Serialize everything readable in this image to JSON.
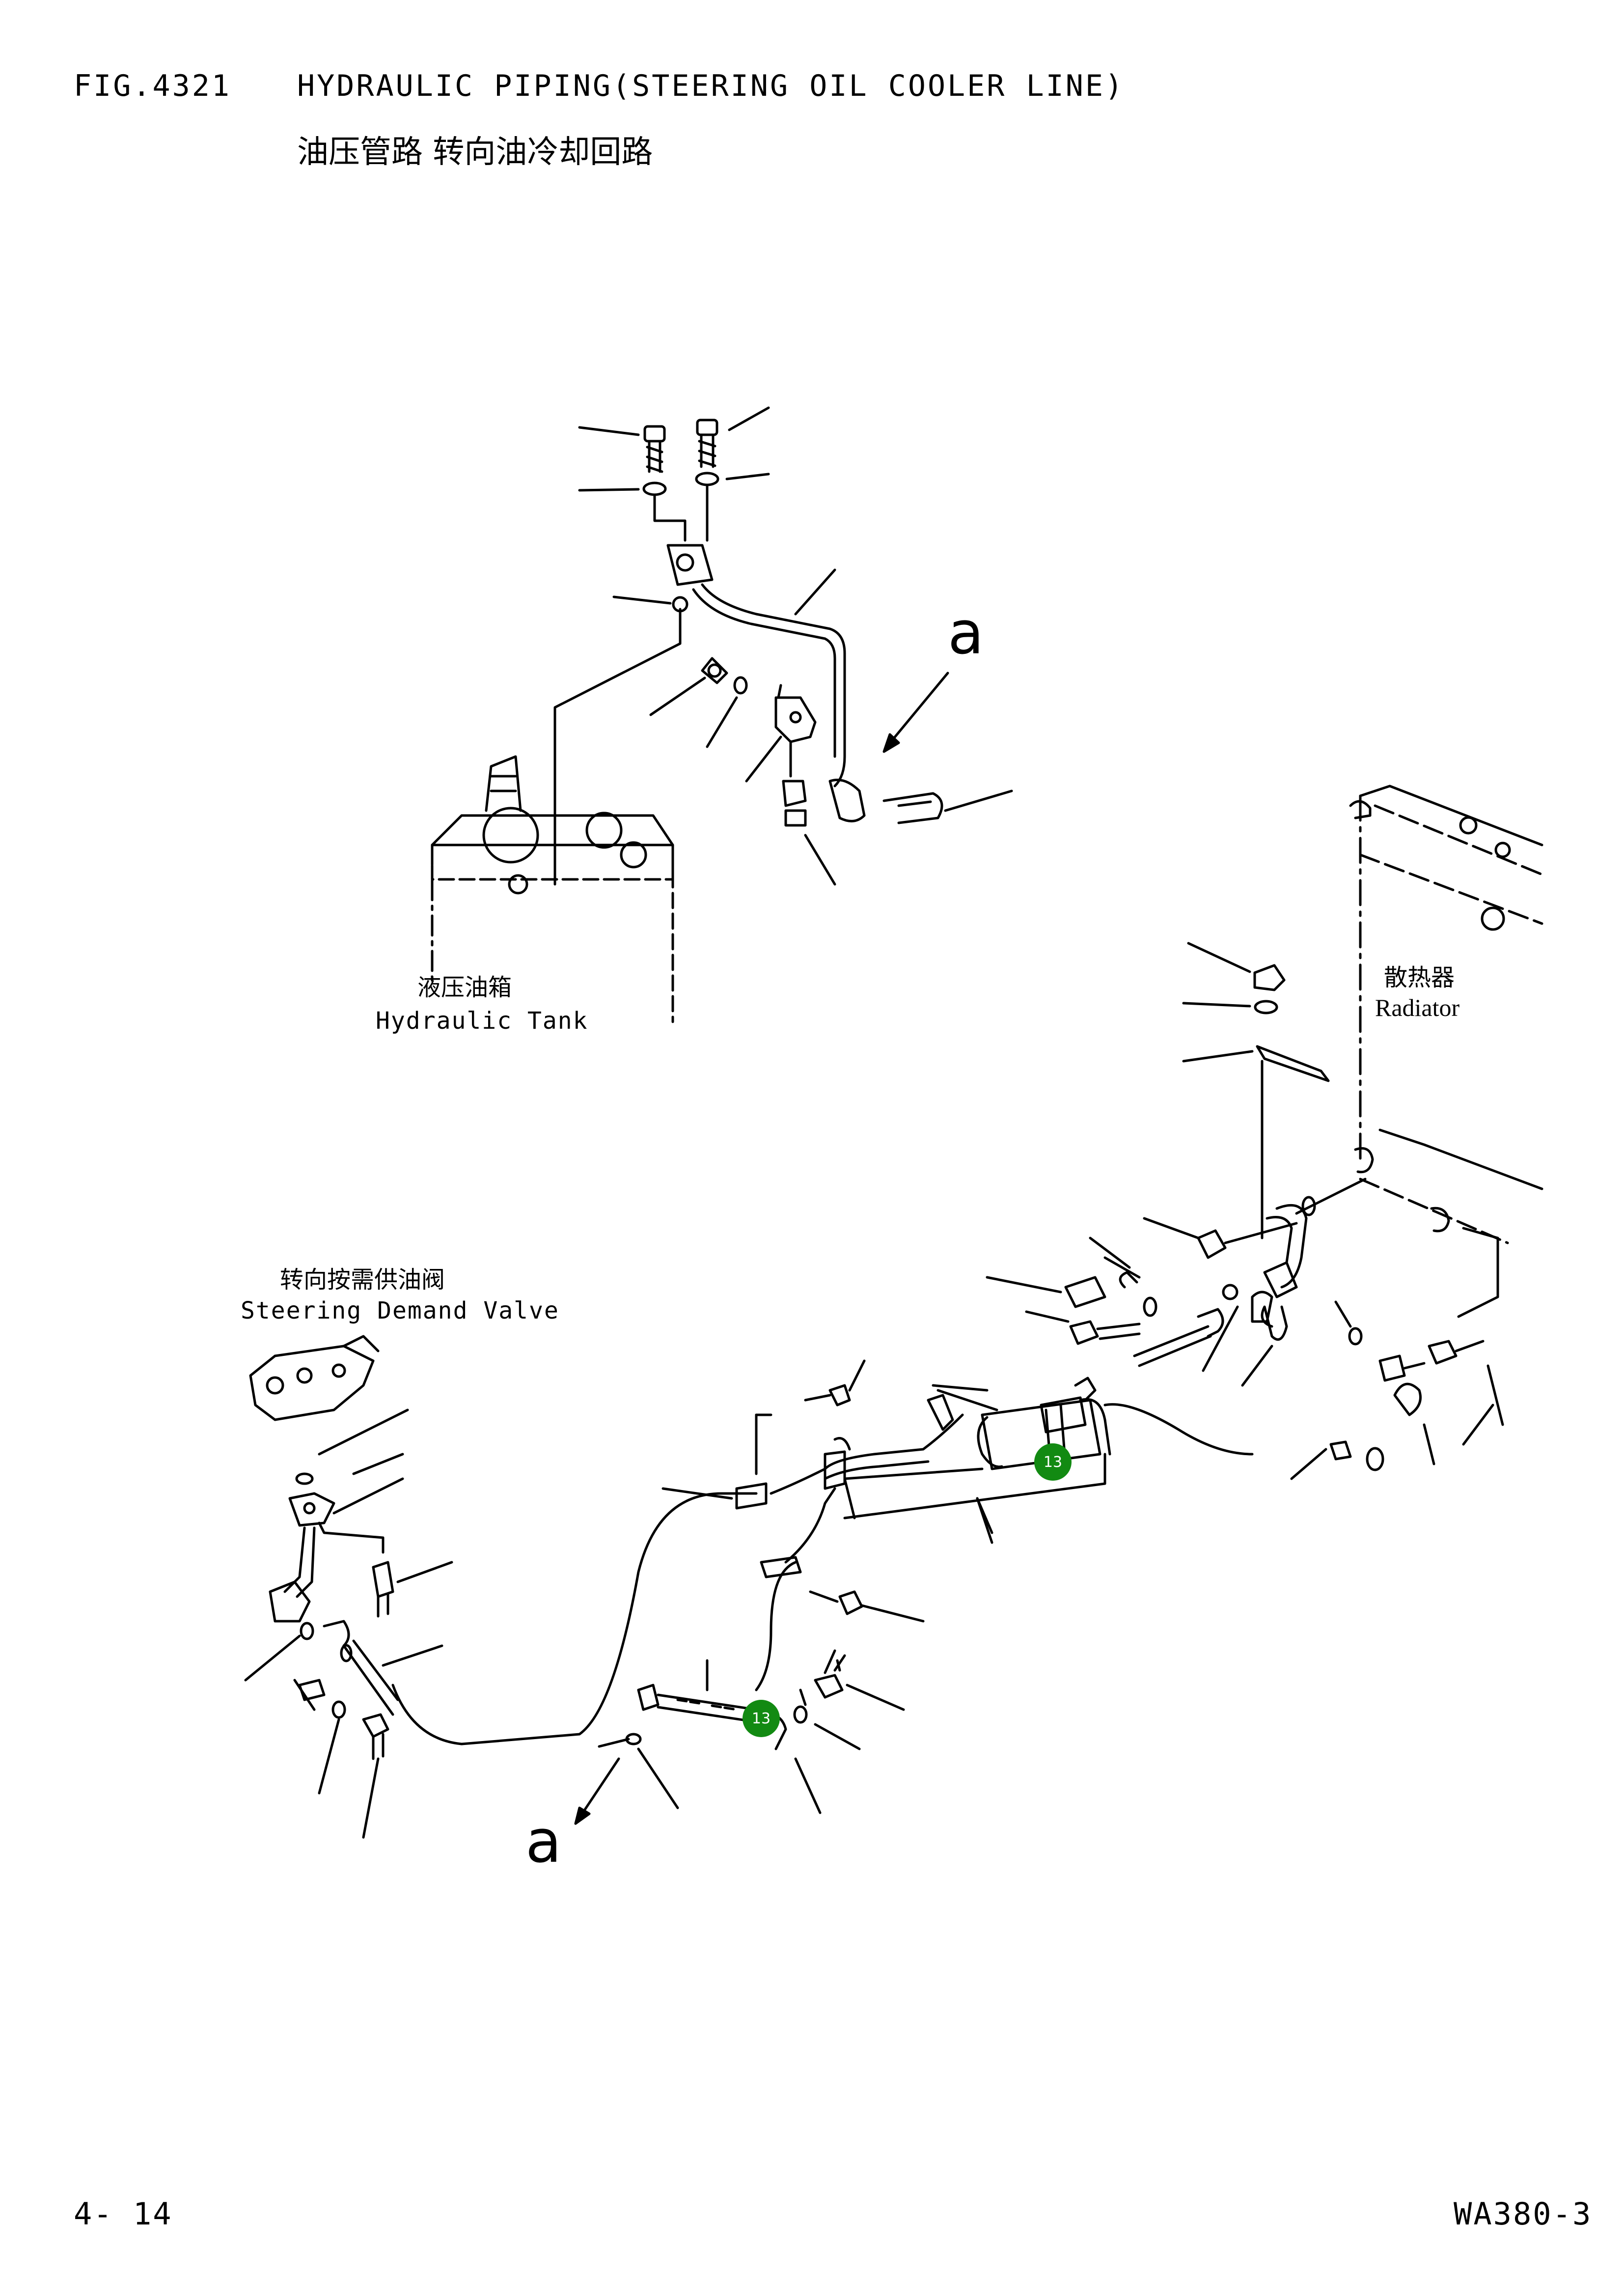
{
  "header": {
    "fig_number": "FIG.4321",
    "title_en": "HYDRAULIC PIPING(STEERING OIL COOLER LINE)",
    "title_cn": "油压管路 转向油冷却回路"
  },
  "labels": {
    "hydraulic_tank_cn": "液压油箱",
    "hydraulic_tank_en": "Hydraulic Tank",
    "radiator_cn": "散热器",
    "radiator_en": "Radiator",
    "steering_valve_cn": "转向按需供油阀",
    "steering_valve_en": "Steering Demand Valve",
    "view_ref_upper": "a",
    "view_ref_lower": "a"
  },
  "callouts": [
    {
      "number": "13"
    },
    {
      "number": "13"
    }
  ],
  "footer": {
    "page": "4- 14",
    "model": "WA380-3"
  },
  "colors": {
    "callout_fill": "#128a12",
    "ink": "#000000"
  }
}
